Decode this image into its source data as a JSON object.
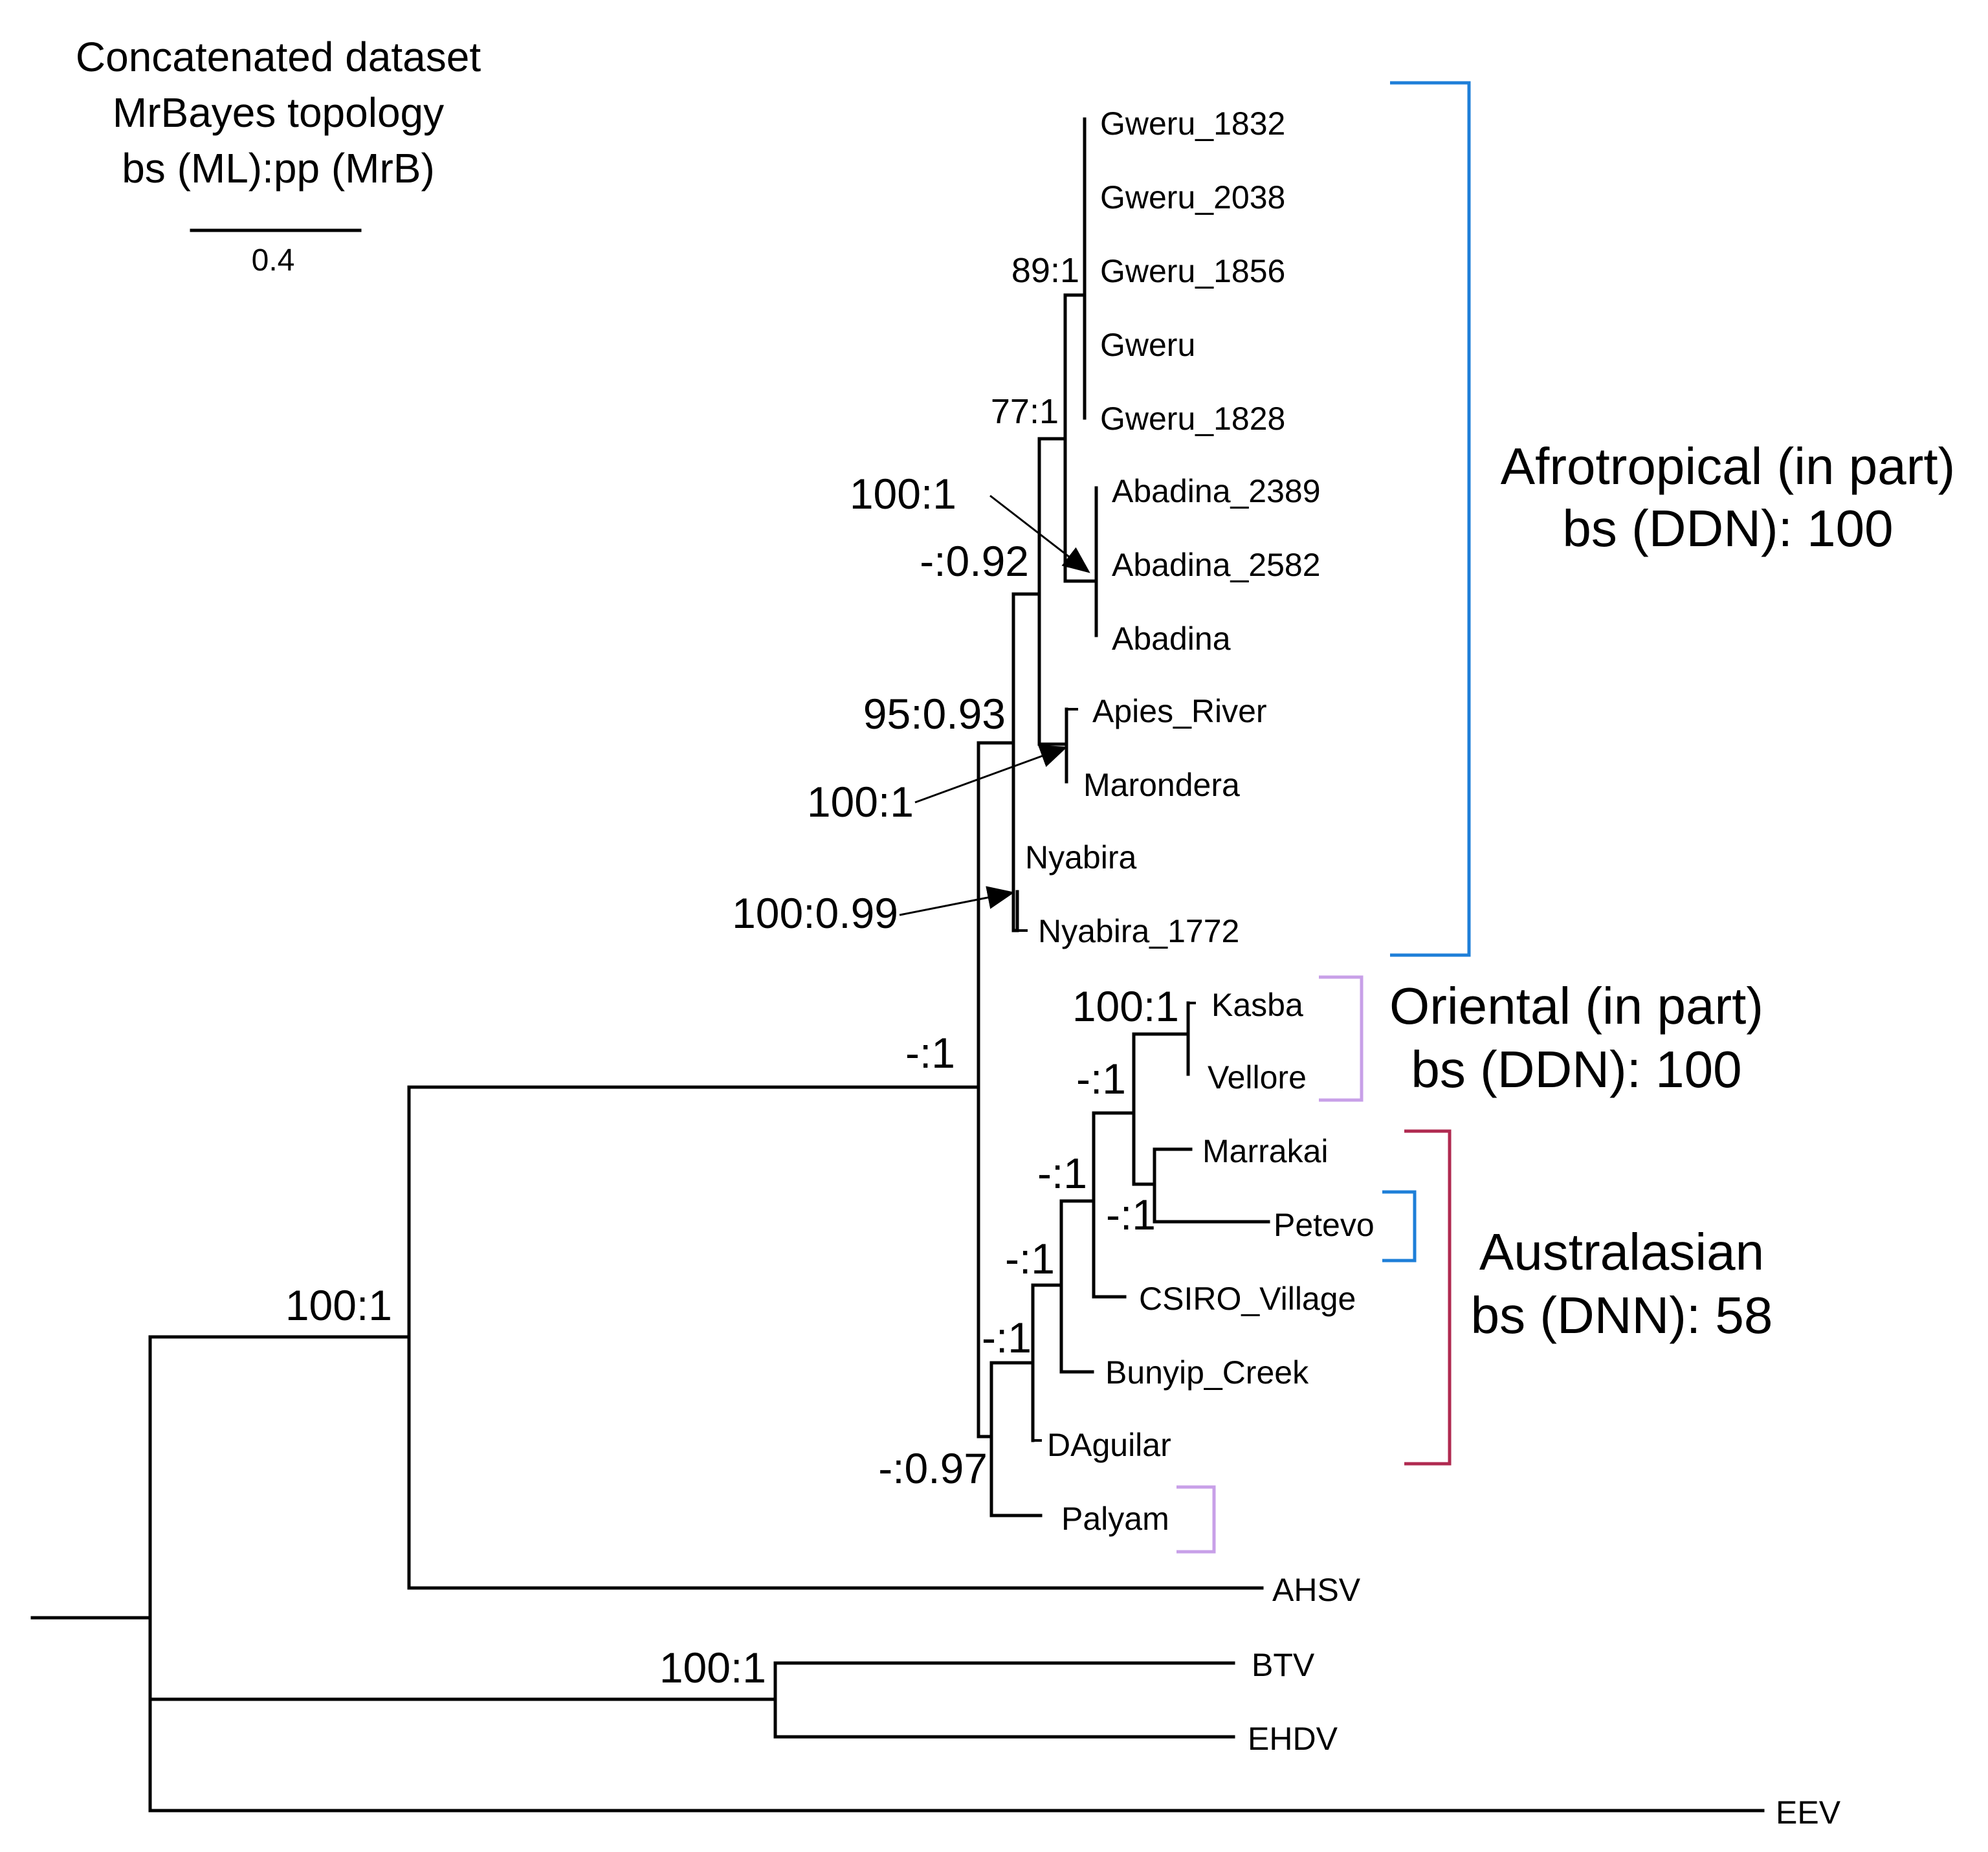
{
  "header": {
    "line1": "Concatenated dataset",
    "line2": "MrBayes topology",
    "line3": "bs (ML):pp (MrB)",
    "scale_value": "0.4"
  },
  "taxa": {
    "gweru_1832": "Gweru_1832",
    "gweru_2038": "Gweru_2038",
    "gweru_1856": "Gweru_1856",
    "gweru": "Gweru",
    "gweru_1828": "Gweru_1828",
    "abadina_2389": "Abadina_2389",
    "abadina_2582": "Abadina_2582",
    "abadina": "Abadina",
    "apies_river": "Apies_River",
    "marondera": "Marondera",
    "nyabira": "Nyabira",
    "nyabira_1772": "Nyabira_1772",
    "kasba": "Kasba",
    "vellore": "Vellore",
    "marrakai": "Marrakai",
    "petevo": "Petevo",
    "csiro_village": "CSIRO_Village",
    "bunyip_creek": "Bunyip_Creek",
    "daguilar": "DAguilar",
    "palyam": "Palyam",
    "ahsv": "AHSV",
    "btv": "BTV",
    "ehdv": "EHDV",
    "eev": "EEV"
  },
  "support": {
    "gweru_clade": "89:1",
    "gweru_abadina": "77:1",
    "abadina_clade": "100:1",
    "afro_inner": "-:0.92",
    "afro_clade": "95:0.93",
    "apies_marondera": "100:1",
    "nyabira_pair": "100:0.99",
    "kasba_vellore": "100:1",
    "oriental_marrakai": "-:1",
    "marrakai_petevo": "-:1",
    "csiro_node": "-:1",
    "bunyip_node": "-:1",
    "daguilar_node": "-:1",
    "palyam_node": "-:0.97",
    "ingroup": "-:1",
    "ahsv_node": "100:1",
    "btv_ehdv": "100:1"
  },
  "regions": {
    "afrotropical_line1": "Afrotropical (in part)",
    "afrotropical_line2": "bs (DDN): 100",
    "oriental_line1": "Oriental (in part)",
    "oriental_line2": "bs (DDN): 100",
    "australasian_line1": "Australasian",
    "australasian_line2": "bs (DNN): 58"
  },
  "colors": {
    "afrotropical_bracket": "#1e7fd8",
    "oriental_bracket": "#c8a0e8",
    "australasian_bracket": "#b02a50",
    "petevo_bracket": "#1e7fd8",
    "palyam_bracket": "#c8a0e8"
  }
}
